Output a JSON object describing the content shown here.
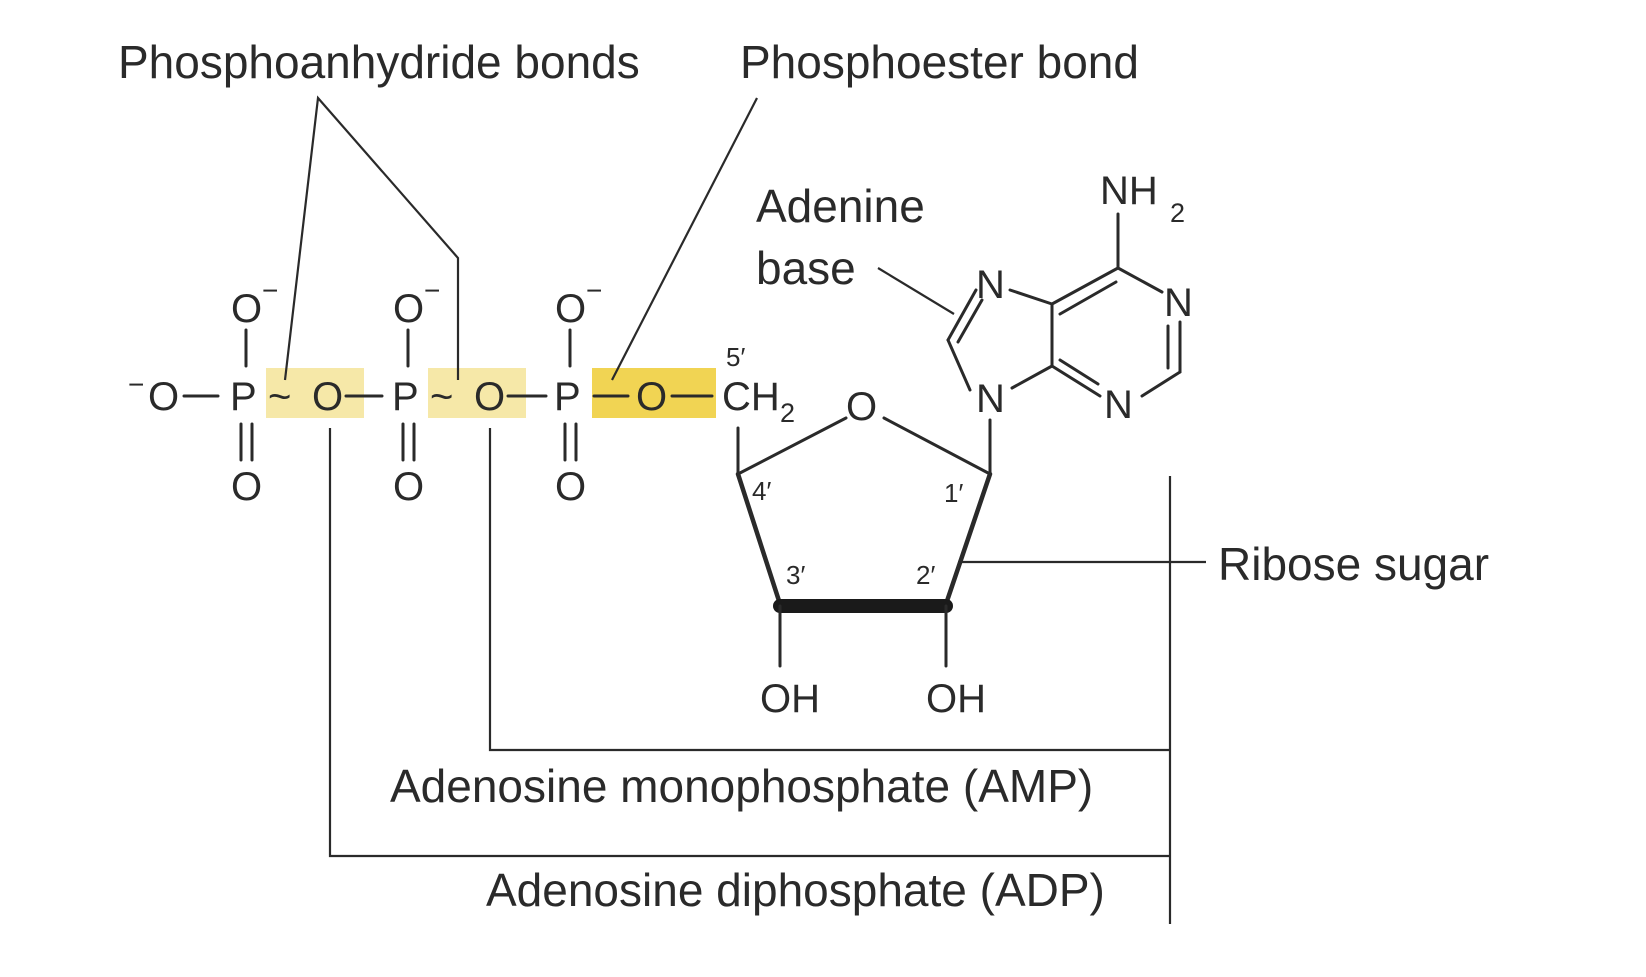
{
  "labels": {
    "phosphoanhydride": "Phosphoanhydride bonds",
    "phosphoester": "Phosphoester bond",
    "adenine_line1": "Adenine",
    "adenine_line2": "base",
    "ribose": "Ribose sugar",
    "amp": "Adenosine monophosphate (AMP)",
    "adp": "Adenosine diphosphate (ADP)"
  },
  "atoms": {
    "oxygen": "O",
    "phosphorus": "P",
    "ring_oxygen": "O",
    "ch": "CH",
    "nitrogen": "N",
    "nh": "NH",
    "hydroxyl": "OH",
    "sub2": "2",
    "minus": "−",
    "tilde": "~",
    "dash": "–"
  },
  "carbon_numbers": {
    "c5": "5′",
    "c4": "4′",
    "c3": "3′",
    "c2": "2′",
    "c1": "1′"
  },
  "colors": {
    "highlight_light": "#f6e8a8",
    "highlight_strong": "#f1d453",
    "ink": "#2a2a2a"
  }
}
